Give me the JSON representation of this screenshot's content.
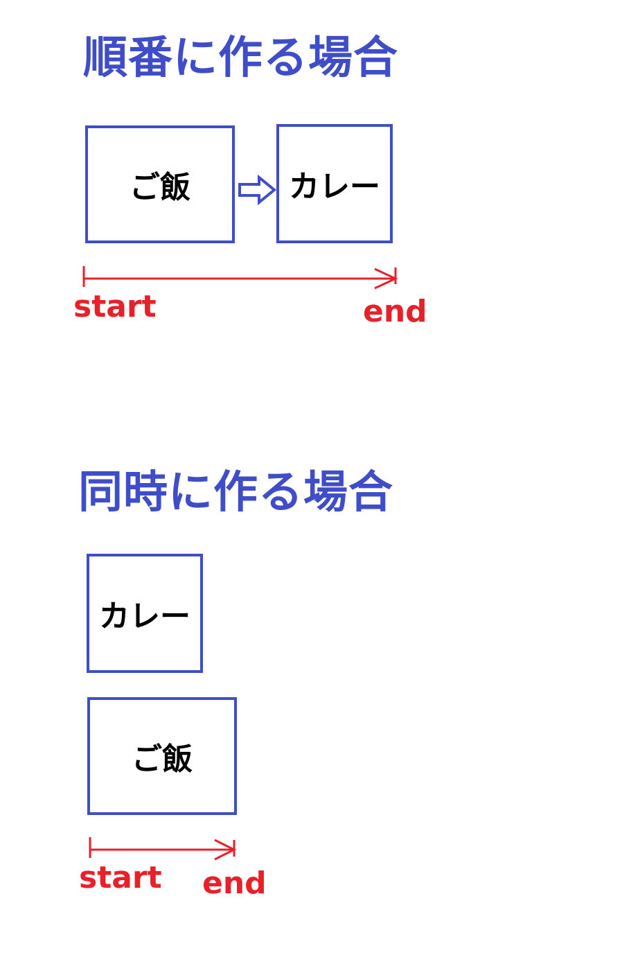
{
  "sequential": {
    "title": "順番に作る場合",
    "rice_label": "ご飯",
    "curry_label": "カレー",
    "start_label": "start",
    "end_label": "end"
  },
  "simultaneous": {
    "title": "同時に作る場合",
    "curry_label": "カレー",
    "rice_label": "ご飯",
    "start_label": "start",
    "end_label": "end"
  },
  "colors": {
    "heading": "#3f4dc8",
    "box_border": "#3f4dc8",
    "timeline": "#e8202a",
    "label": "#000000"
  }
}
